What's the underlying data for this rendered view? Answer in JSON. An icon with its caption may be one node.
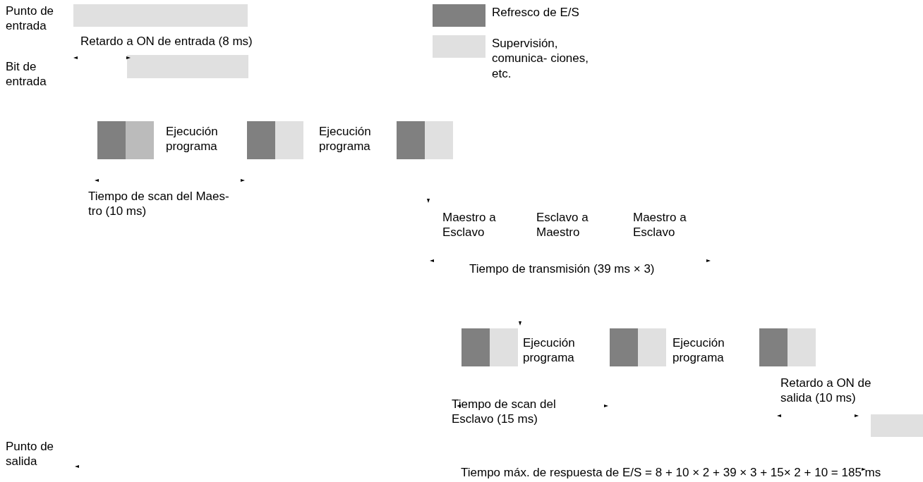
{
  "diagram": {
    "labels": [
      "Punto de entrada",
      "Retardo a ON de entrada (8 ms)",
      "Bit de entrada",
      "Ejecución programa",
      "Ejecución programa",
      "Tiempo de scan del Maes- tro (10 ms)",
      "Maestro a Esclavo",
      "Esclavo a Maestro",
      "Maestro a Esclavo",
      "Tiempo de transmisión (39 ms × 3)",
      "Ejecución programa",
      "Ejecución programa",
      "Tiempo de scan del Esclavo (15 ms)",
      "Retardo a ON de salida (10 ms)",
      "Punto de salida",
      "Tiempo máx. de respuesta de E/S = 8 + 10 × 2 + 39 × 3 + 15× 2 + 10 = 185 ms"
    ],
    "legend": [
      {
        "text": "Refresco de E/S",
        "color": "#808080"
      },
      {
        "text": "Supervisión, comunica- ciones, etc.",
        "color": "#e0e0e0"
      }
    ]
  }
}
